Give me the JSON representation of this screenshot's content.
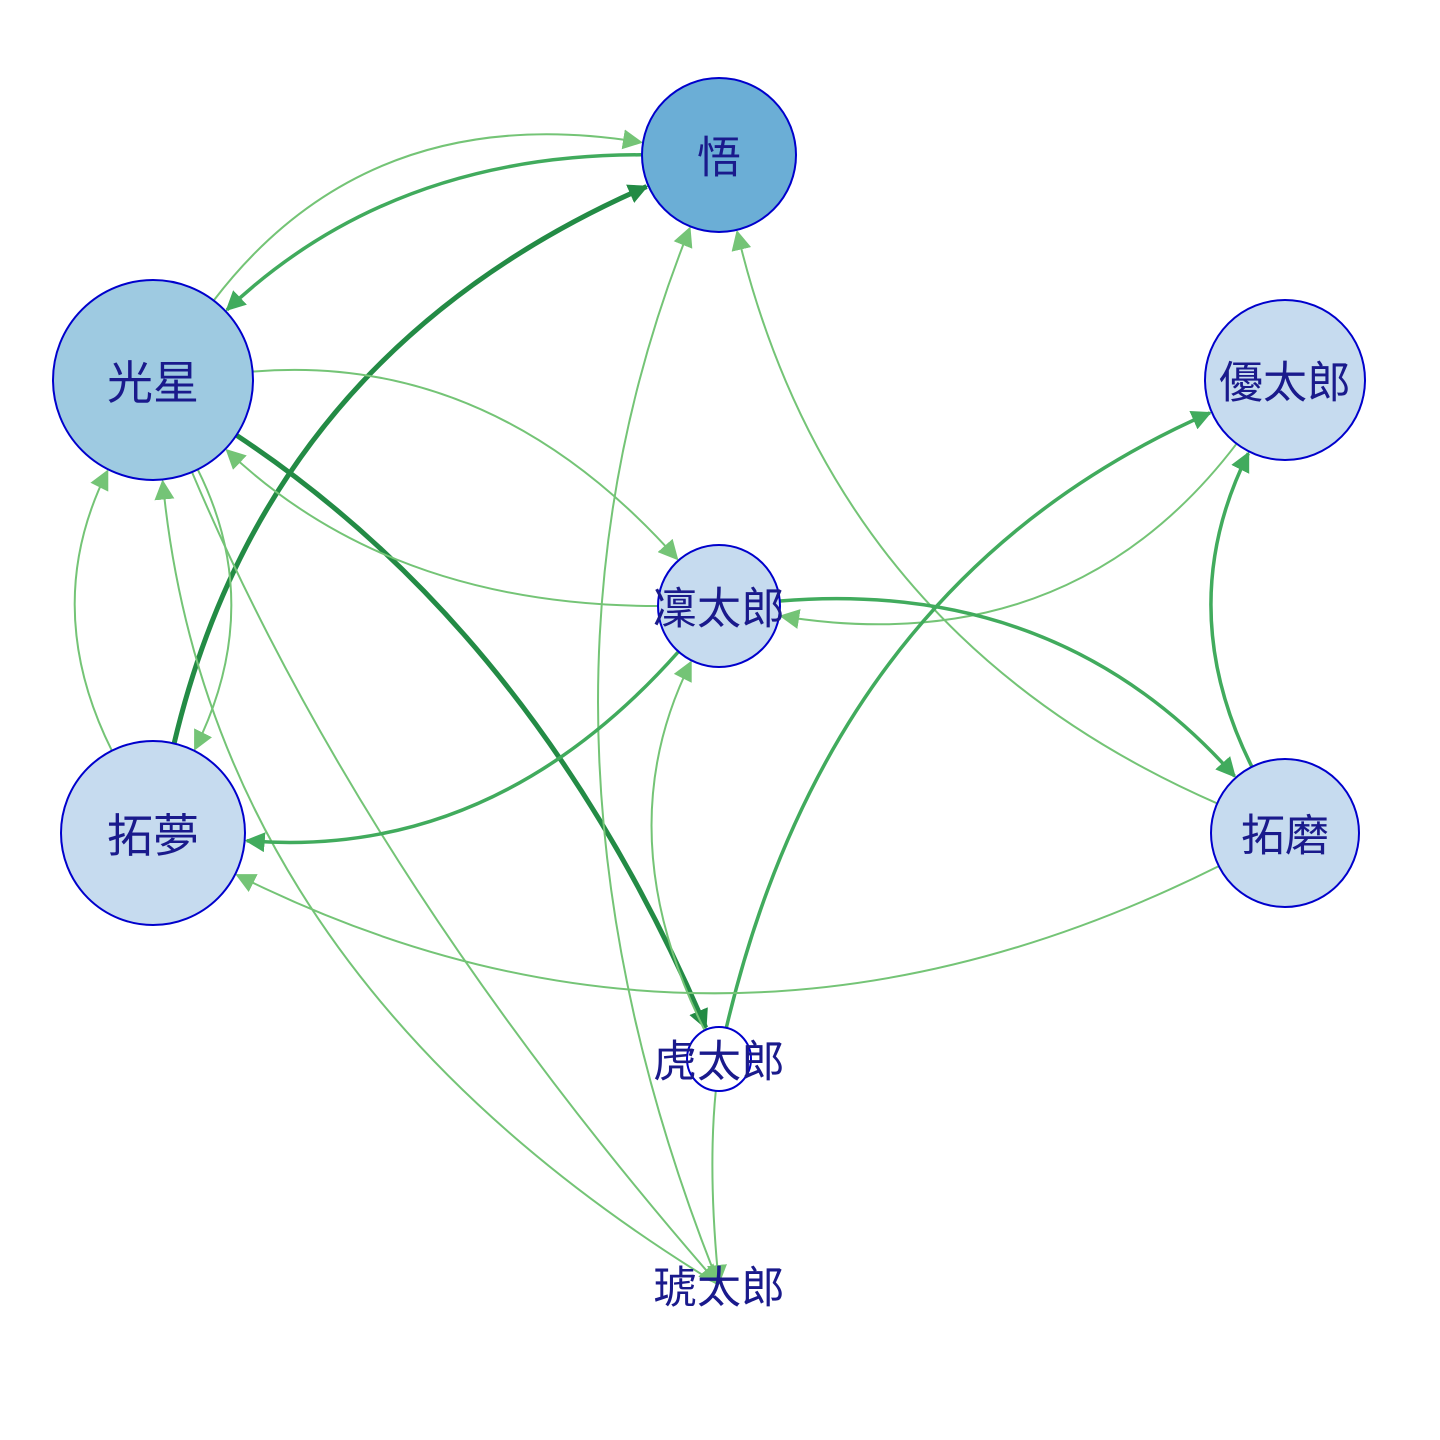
{
  "nodes": [
    {
      "id": "satoru",
      "label": "悟",
      "fill": "#6baed6"
    },
    {
      "id": "kosei",
      "label": "光星",
      "fill": "#9ecae1"
    },
    {
      "id": "yutaro",
      "label": "優太郎",
      "fill": "#c6dbef"
    },
    {
      "id": "rintaro",
      "label": "凜太郎",
      "fill": "#c6dbef"
    },
    {
      "id": "takumu",
      "label": "拓夢",
      "fill": "#c6dbef"
    },
    {
      "id": "takuma",
      "label": "拓磨",
      "fill": "#c6dbef"
    },
    {
      "id": "kotaro",
      "label": "虎太郎",
      "fill": "#ffffff"
    },
    {
      "id": "kotaro2",
      "label": "琥太郎",
      "fill": "none"
    }
  ],
  "edges": [
    {
      "from": "kosei",
      "to": "satoru",
      "weight": 1
    },
    {
      "from": "satoru",
      "to": "kosei",
      "weight": 3
    },
    {
      "from": "takumu",
      "to": "satoru",
      "weight": 4
    },
    {
      "from": "kosei",
      "to": "kotaro",
      "weight": 4
    },
    {
      "from": "kosei",
      "to": "rintaro",
      "weight": 1
    },
    {
      "from": "rintaro",
      "to": "kosei",
      "weight": 1
    },
    {
      "from": "kosei",
      "to": "takumu",
      "weight": 1
    },
    {
      "from": "takumu",
      "to": "kosei",
      "weight": 1
    },
    {
      "from": "kotaro2",
      "to": "kosei",
      "weight": 1
    },
    {
      "from": "kosei",
      "to": "kotaro2",
      "weight": 1
    },
    {
      "from": "takuma",
      "to": "satoru",
      "weight": 1
    },
    {
      "from": "kotaro2",
      "to": "satoru",
      "weight": 1
    },
    {
      "from": "yutaro",
      "to": "rintaro",
      "weight": 1
    },
    {
      "from": "rintaro",
      "to": "takumu",
      "weight": 2
    },
    {
      "from": "rintaro",
      "to": "takuma",
      "weight": 2
    },
    {
      "from": "kotaro",
      "to": "rintaro",
      "weight": 1
    },
    {
      "from": "kotaro",
      "to": "yutaro",
      "weight": 2
    },
    {
      "from": "takuma",
      "to": "yutaro",
      "weight": 2
    },
    {
      "from": "takuma",
      "to": "takumu",
      "weight": 1
    },
    {
      "from": "kotaro",
      "to": "kotaro2",
      "weight": 1
    }
  ],
  "colors": {
    "node_stroke": "#0000cc",
    "edge_light": "#74c476",
    "edge_mid": "#41ab5d",
    "edge_dark": "#238b45"
  }
}
